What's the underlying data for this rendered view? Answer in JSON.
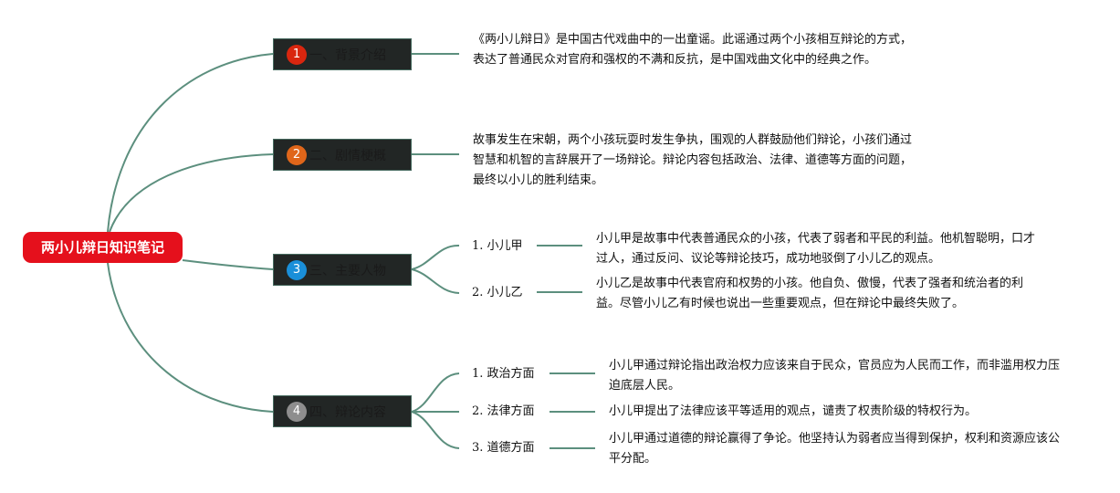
{
  "root": {
    "title": "两小儿辩日知识笔记"
  },
  "branches": [
    {
      "number": "1",
      "label": "一、背景介绍",
      "color": "#d9260f",
      "description": "《两小儿辩日》是中国古代戏曲中的一出童谣。此谣通过两个小孩相互辩论的方式，表达了普通民众对官府和强权的不满和反抗，是中国戏曲文化中的经典之作。"
    },
    {
      "number": "2",
      "label": "二、剧情梗概",
      "color": "#e0661a",
      "description": "故事发生在宋朝，两个小孩玩耍时发生争执，围观的人群鼓励他们辩论，小孩们通过智慧和机智的言辞展开了一场辩论。辩论内容包括政治、法律、道德等方面的问题，最终以小儿的胜利结束。"
    },
    {
      "number": "3",
      "label": "三、主要人物",
      "color": "#1a8fd9",
      "children": [
        {
          "label": "1. 小儿甲",
          "description": "小儿甲是故事中代表普通民众的小孩，代表了弱者和平民的利益。他机智聪明，口才过人，通过反问、议论等辩论技巧，成功地驳倒了小儿乙的观点。"
        },
        {
          "label": "2. 小儿乙",
          "description": "小儿乙是故事中代表官府和权势的小孩。他自负、傲慢，代表了强者和统治者的利益。尽管小儿乙有时候也说出一些重要观点，但在辩论中最终失败了。"
        }
      ]
    },
    {
      "number": "4",
      "label": "四、辩论内容",
      "color": "#8e8e8e",
      "children": [
        {
          "label": "1. 政治方面",
          "description": "小儿甲通过辩论指出政治权力应该来自于民众，官员应为人民而工作，而非滥用权力压迫底层人民。"
        },
        {
          "label": "2. 法律方面",
          "description": "小儿甲提出了法律应该平等适用的观点，谴责了权责阶级的特权行为。"
        },
        {
          "label": "3. 道德方面",
          "description": "小儿甲通过道德的辩论赢得了争论。他坚持认为弱者应当得到保护，权利和资源应该公平分配。"
        }
      ]
    }
  ],
  "colors": {
    "connector": "#5c8f7e",
    "root": "#e5101c",
    "branch_fill": "#222625"
  }
}
